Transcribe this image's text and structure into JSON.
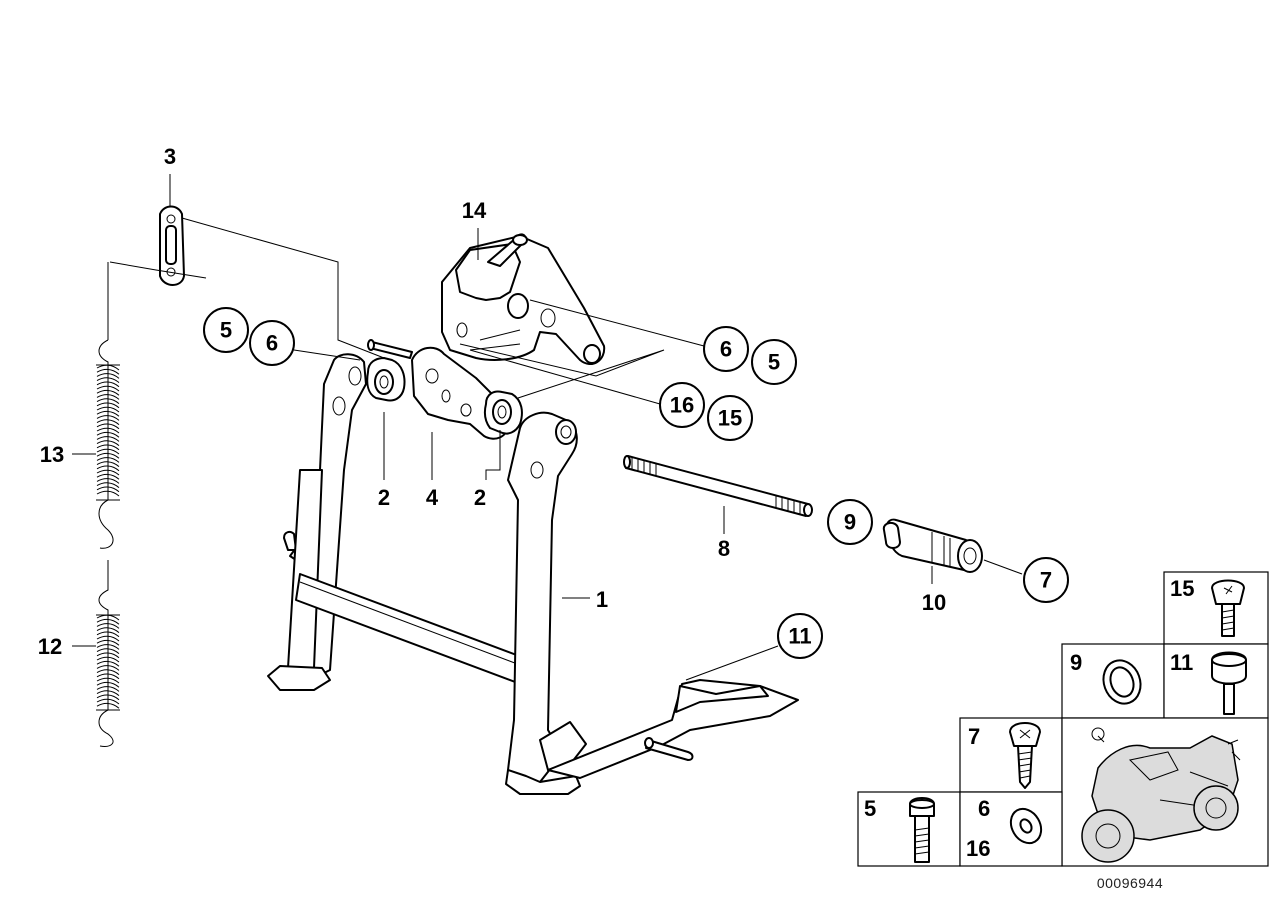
{
  "labels": {
    "l1": "1",
    "l2a": "2",
    "l2b": "2",
    "l3": "3",
    "l4": "4",
    "l8": "8",
    "l10": "10",
    "l12": "12",
    "l13": "13",
    "l14": "14"
  },
  "circled": {
    "c5a": "5",
    "c6a": "6",
    "c6b": "6",
    "c5b": "5",
    "c16": "16",
    "c15": "15",
    "c9": "9",
    "c7": "7",
    "c11": "11"
  },
  "table": {
    "t15": "15",
    "t9": "9",
    "t11": "11",
    "t7": "7",
    "t5": "5",
    "t6": "6",
    "t16": "16"
  },
  "diagram_code": "00096944"
}
